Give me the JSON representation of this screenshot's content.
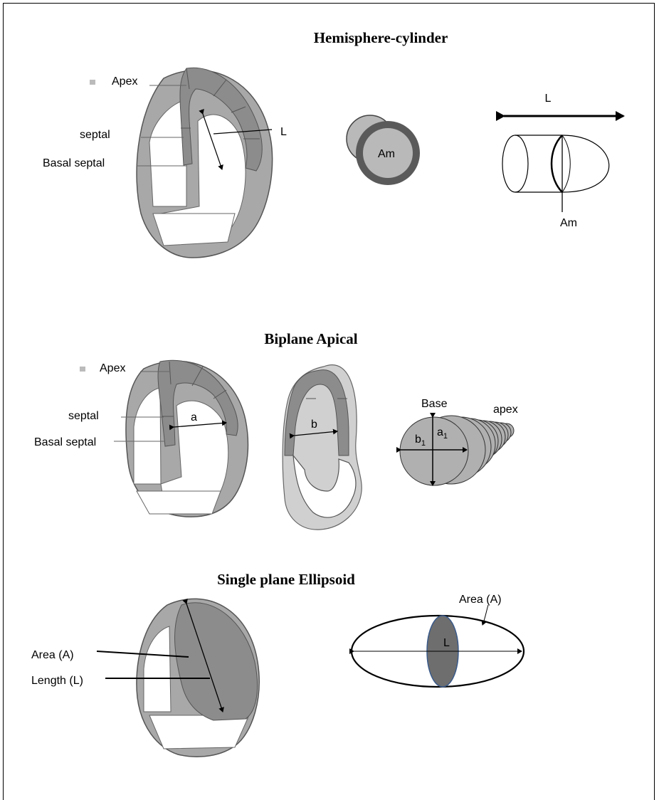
{
  "sections": {
    "hemisphere": {
      "title": "Hemisphere-cylinder",
      "labels": {
        "apex": "Apex",
        "septal": "septal",
        "basal_septal": "Basal septal",
        "length": "L"
      },
      "disc_label": "Am",
      "cylinder": {
        "length_label": "L",
        "area_label": "Am"
      }
    },
    "biplane": {
      "title": "Biplane Apical",
      "labels": {
        "apex": "Apex",
        "septal": "septal",
        "basal_septal": "Basal septal",
        "a": "a",
        "b": "b"
      },
      "discs": {
        "base": "Base",
        "apex": "apex",
        "a1": "a",
        "a1_sub": "1",
        "b1": "b",
        "b1_sub": "1"
      }
    },
    "ellipsoid": {
      "title": "Single plane Ellipsoid",
      "labels": {
        "area": "Area (A)",
        "length": "Length (L)"
      },
      "ellipse": {
        "area": "Area (A)",
        "length": "L"
      }
    }
  },
  "colors": {
    "wall": "#a8a8a8",
    "myocardium": "#8c8c8c",
    "cavity": "#ffffff",
    "disc_dark": "#5a5a5a",
    "disc_light": "#b9b9b9",
    "ellipse_fill": "#6e6e6e",
    "ellipse_stroke": "#3a5a8a"
  }
}
